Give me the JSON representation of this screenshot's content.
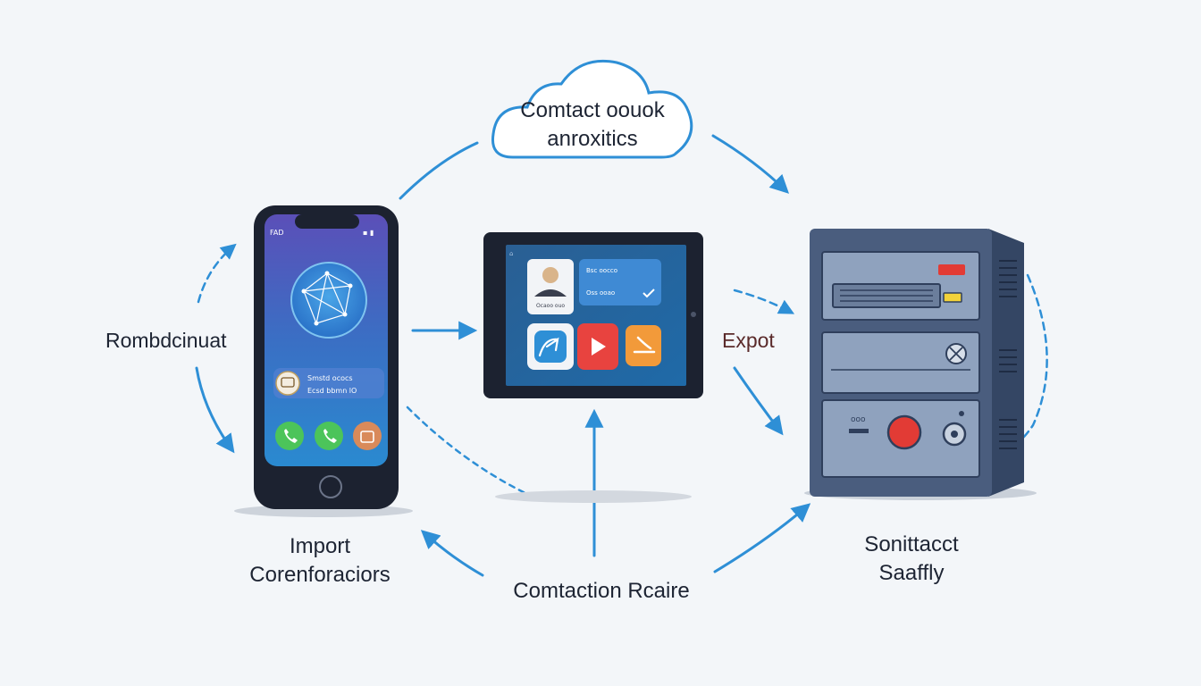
{
  "cloud": {
    "line1": "Comtact oouok",
    "line2": "anroxitics"
  },
  "labels": {
    "left": "Rombdcinuat",
    "export": "Expot",
    "import_line1": "Import",
    "import_line2": "Corenforaciors",
    "center_bottom": "Comtaction Rcaire",
    "right_line1": "Sonittacct",
    "right_line2": "Saaffly"
  },
  "phone": {
    "contact_line1": "Smstd ococs",
    "contact_line2": "Ecsd bbmn lO"
  },
  "tablet": {
    "card_title": "Bsc oocco",
    "card_subtitle": "Oss ooao",
    "profile_caption": "Ocaoo ouo"
  },
  "server": {
    "panel_label": "ooo"
  },
  "colors": {
    "arrow": "#2e8fd6",
    "device_dark": "#1c2230",
    "server_body": "#4a5d7e",
    "server_panel": "#8fa2be",
    "cloud_stroke": "#2e8fd6",
    "red_button": "#e23b35"
  }
}
